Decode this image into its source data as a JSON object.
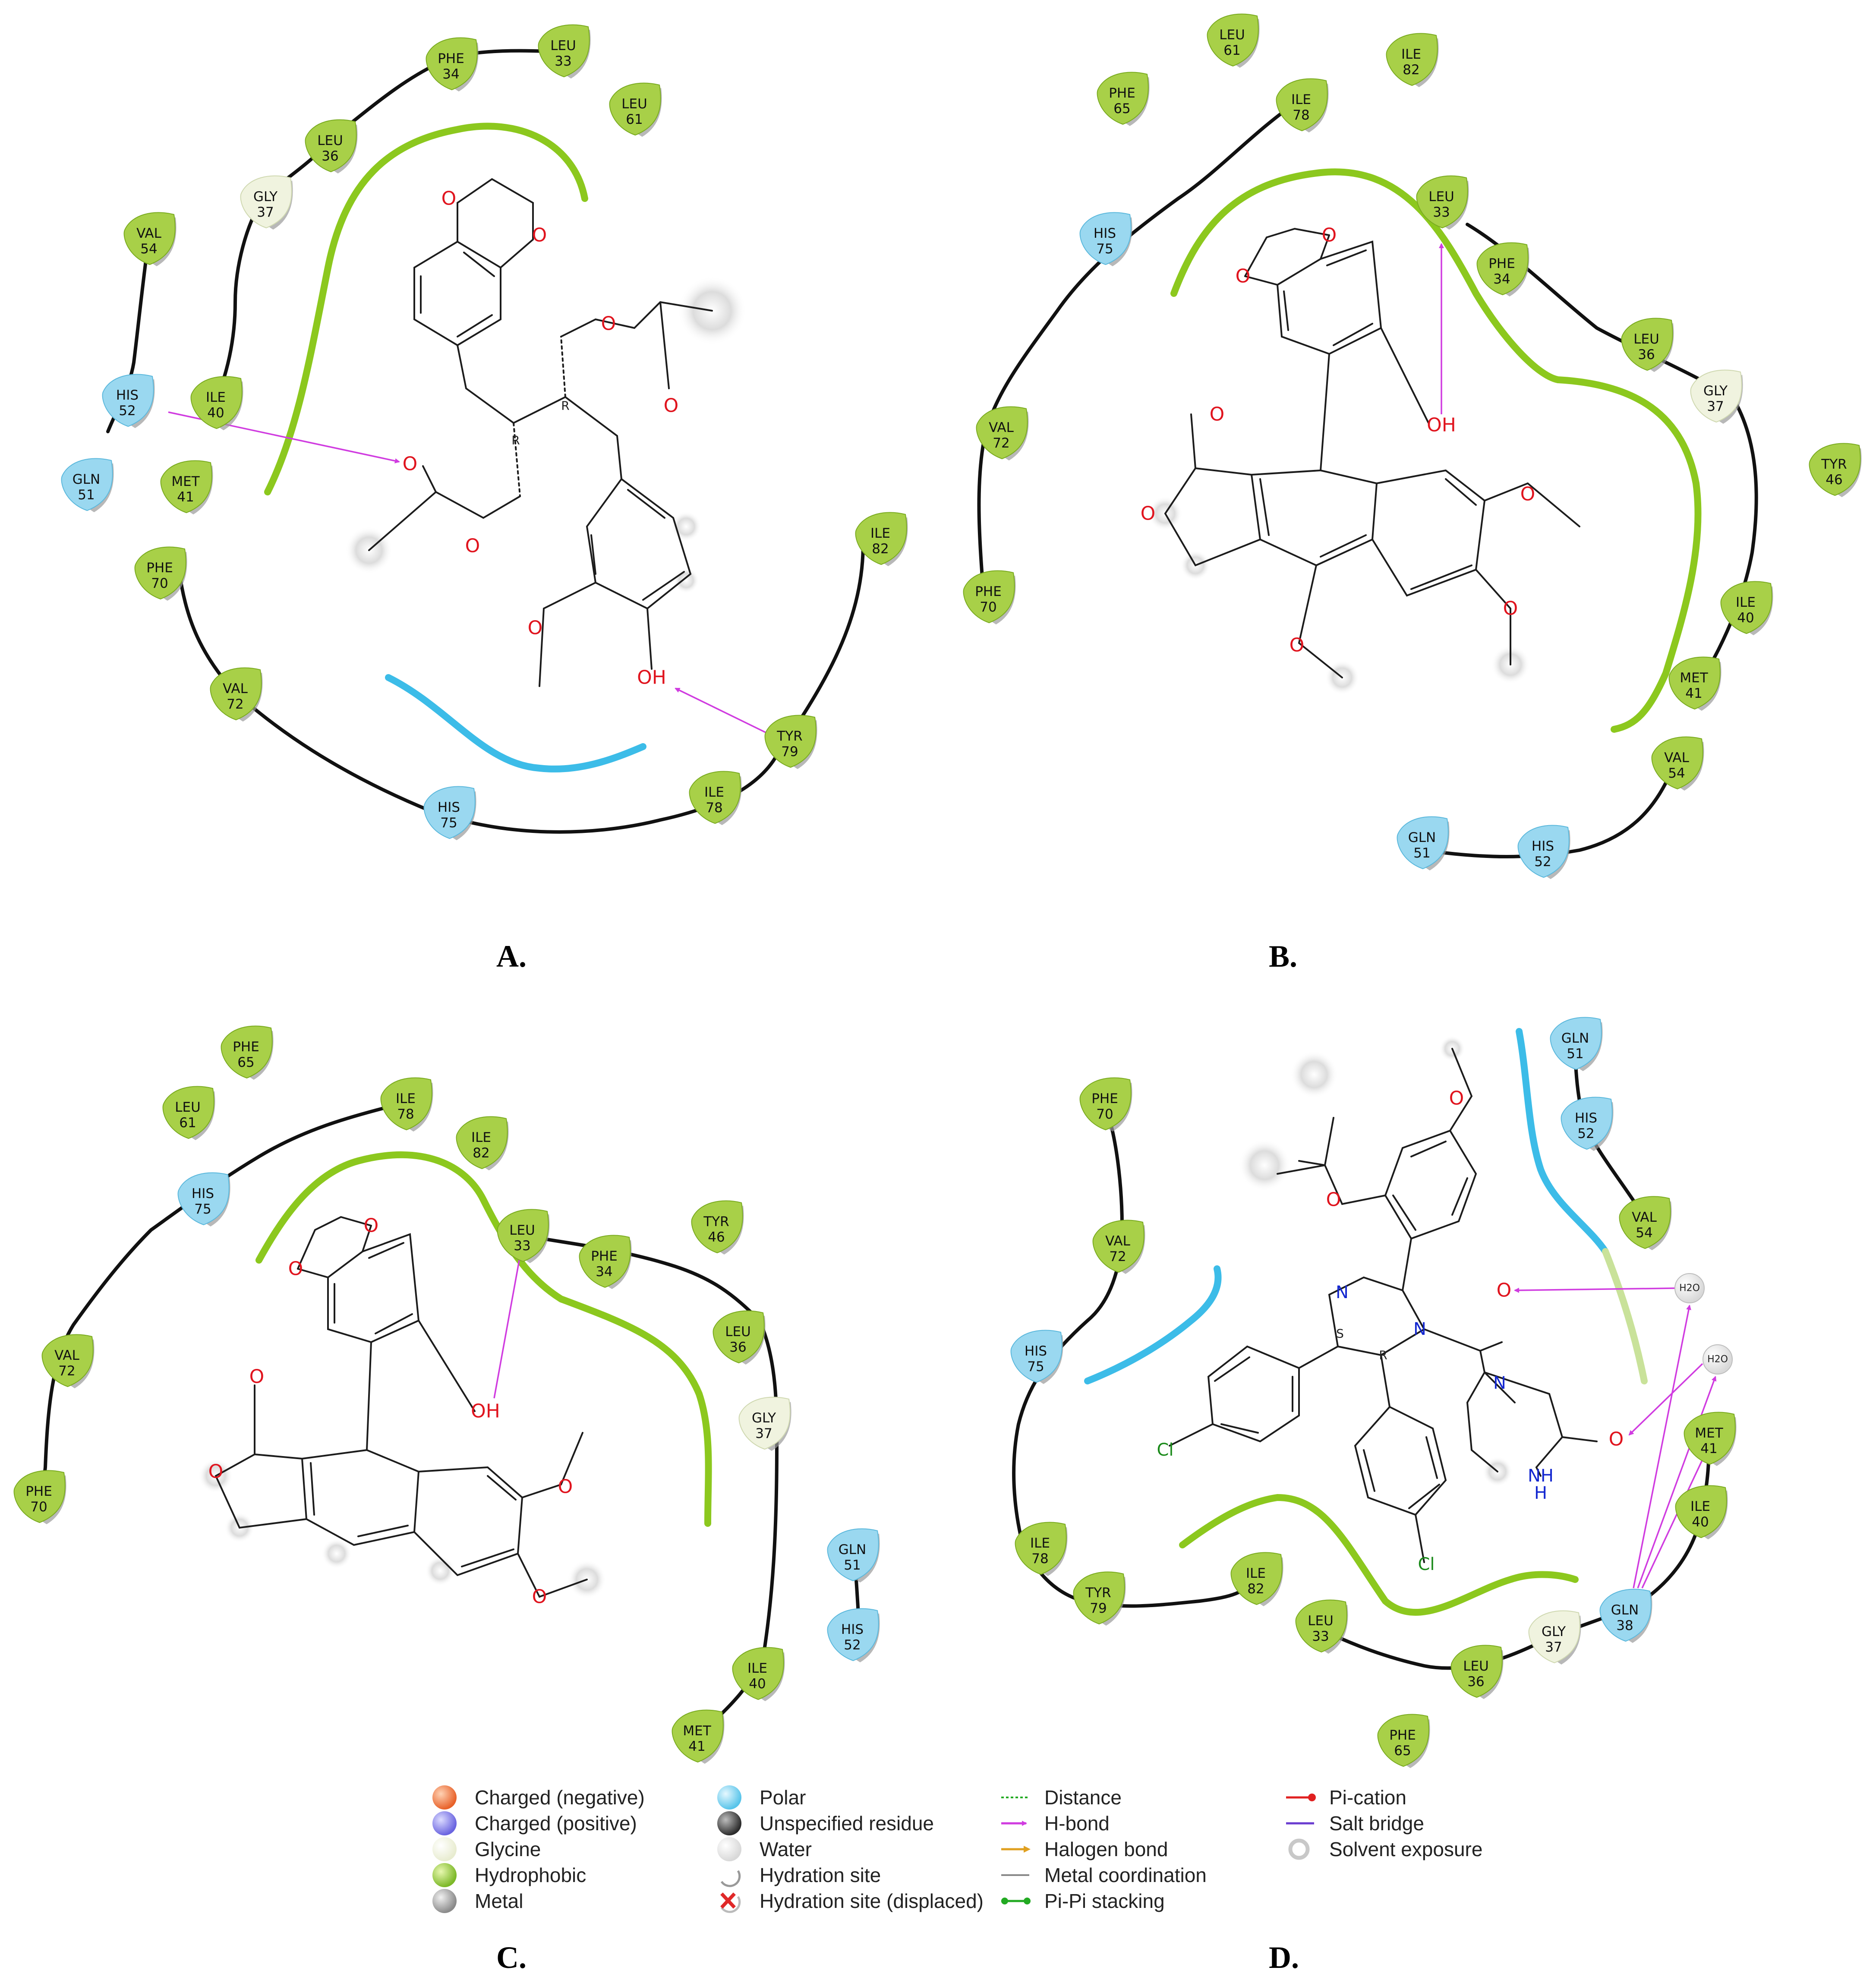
{
  "colors": {
    "hydrophobic": "#9ccc3c",
    "polar": "#8ed8f2",
    "glycine": "#eef2dc",
    "hbond": "#d03ce0",
    "oxygen": "#e0141e",
    "nitrogen": "#1428d0",
    "chlorine": "#1a8a1a"
  },
  "panels": [
    {
      "label": "A.",
      "residues": [
        {
          "name": "PHE",
          "num": "34",
          "type": "hydrophobic"
        },
        {
          "name": "LEU",
          "num": "33",
          "type": "hydrophobic"
        },
        {
          "name": "LEU",
          "num": "61",
          "type": "hydrophobic"
        },
        {
          "name": "LEU",
          "num": "36",
          "type": "hydrophobic"
        },
        {
          "name": "GLY",
          "num": "37",
          "type": "glycine"
        },
        {
          "name": "VAL",
          "num": "54",
          "type": "hydrophobic"
        },
        {
          "name": "HIS",
          "num": "52",
          "type": "polar"
        },
        {
          "name": "ILE",
          "num": "40",
          "type": "hydrophobic"
        },
        {
          "name": "GLN",
          "num": "51",
          "type": "polar"
        },
        {
          "name": "MET",
          "num": "41",
          "type": "hydrophobic"
        },
        {
          "name": "PHE",
          "num": "70",
          "type": "hydrophobic"
        },
        {
          "name": "VAL",
          "num": "72",
          "type": "hydrophobic"
        },
        {
          "name": "HIS",
          "num": "75",
          "type": "polar"
        },
        {
          "name": "ILE",
          "num": "78",
          "type": "hydrophobic"
        },
        {
          "name": "TYR",
          "num": "79",
          "type": "hydrophobic"
        },
        {
          "name": "ILE",
          "num": "82",
          "type": "hydrophobic"
        }
      ],
      "stereo": [
        "R",
        "R"
      ]
    },
    {
      "label": "B.",
      "residues": [
        {
          "name": "LEU",
          "num": "61",
          "type": "hydrophobic"
        },
        {
          "name": "ILE",
          "num": "82",
          "type": "hydrophobic"
        },
        {
          "name": "PHE",
          "num": "65",
          "type": "hydrophobic"
        },
        {
          "name": "ILE",
          "num": "78",
          "type": "hydrophobic"
        },
        {
          "name": "HIS",
          "num": "75",
          "type": "polar"
        },
        {
          "name": "LEU",
          "num": "33",
          "type": "hydrophobic"
        },
        {
          "name": "PHE",
          "num": "34",
          "type": "hydrophobic"
        },
        {
          "name": "LEU",
          "num": "36",
          "type": "hydrophobic"
        },
        {
          "name": "GLY",
          "num": "37",
          "type": "glycine"
        },
        {
          "name": "TYR",
          "num": "46",
          "type": "hydrophobic"
        },
        {
          "name": "VAL",
          "num": "72",
          "type": "hydrophobic"
        },
        {
          "name": "PHE",
          "num": "70",
          "type": "hydrophobic"
        },
        {
          "name": "ILE",
          "num": "40",
          "type": "hydrophobic"
        },
        {
          "name": "MET",
          "num": "41",
          "type": "hydrophobic"
        },
        {
          "name": "VAL",
          "num": "54",
          "type": "hydrophobic"
        },
        {
          "name": "GLN",
          "num": "51",
          "type": "polar"
        },
        {
          "name": "HIS",
          "num": "52",
          "type": "polar"
        }
      ]
    },
    {
      "label": "C.",
      "residues": [
        {
          "name": "PHE",
          "num": "65",
          "type": "hydrophobic"
        },
        {
          "name": "LEU",
          "num": "61",
          "type": "hydrophobic"
        },
        {
          "name": "ILE",
          "num": "78",
          "type": "hydrophobic"
        },
        {
          "name": "ILE",
          "num": "82",
          "type": "hydrophobic"
        },
        {
          "name": "HIS",
          "num": "75",
          "type": "polar"
        },
        {
          "name": "LEU",
          "num": "33",
          "type": "hydrophobic"
        },
        {
          "name": "PHE",
          "num": "34",
          "type": "hydrophobic"
        },
        {
          "name": "TYR",
          "num": "46",
          "type": "hydrophobic"
        },
        {
          "name": "LEU",
          "num": "36",
          "type": "hydrophobic"
        },
        {
          "name": "GLY",
          "num": "37",
          "type": "glycine"
        },
        {
          "name": "VAL",
          "num": "72",
          "type": "hydrophobic"
        },
        {
          "name": "PHE",
          "num": "70",
          "type": "hydrophobic"
        },
        {
          "name": "GLN",
          "num": "51",
          "type": "polar"
        },
        {
          "name": "HIS",
          "num": "52",
          "type": "polar"
        },
        {
          "name": "ILE",
          "num": "40",
          "type": "hydrophobic"
        },
        {
          "name": "MET",
          "num": "41",
          "type": "hydrophobic"
        }
      ]
    },
    {
      "label": "D.",
      "residues": [
        {
          "name": "GLN",
          "num": "51",
          "type": "polar"
        },
        {
          "name": "HIS",
          "num": "52",
          "type": "polar"
        },
        {
          "name": "VAL",
          "num": "54",
          "type": "hydrophobic"
        },
        {
          "name": "PHE",
          "num": "70",
          "type": "hydrophobic"
        },
        {
          "name": "VAL",
          "num": "72",
          "type": "hydrophobic"
        },
        {
          "name": "HIS",
          "num": "75",
          "type": "polar"
        },
        {
          "name": "MET",
          "num": "41",
          "type": "hydrophobic"
        },
        {
          "name": "ILE",
          "num": "40",
          "type": "hydrophobic"
        },
        {
          "name": "ILE",
          "num": "78",
          "type": "hydrophobic"
        },
        {
          "name": "TYR",
          "num": "79",
          "type": "hydrophobic"
        },
        {
          "name": "ILE",
          "num": "82",
          "type": "hydrophobic"
        },
        {
          "name": "LEU",
          "num": "33",
          "type": "hydrophobic"
        },
        {
          "name": "LEU",
          "num": "36",
          "type": "hydrophobic"
        },
        {
          "name": "GLY",
          "num": "37",
          "type": "glycine"
        },
        {
          "name": "GLN",
          "num": "38",
          "type": "polar"
        },
        {
          "name": "PHE",
          "num": "65",
          "type": "hydrophobic"
        }
      ],
      "stereo": [
        "S",
        "R"
      ],
      "water": "H2O"
    }
  ],
  "atoms": {
    "oxygen": "O",
    "hydroxyl": "OH",
    "nitrogen": "N",
    "amine": "NH",
    "hydrogen": "H",
    "chlorine": "Cl"
  },
  "legend": {
    "col1": [
      "Charged (negative)",
      "Charged (positive)",
      "Glycine",
      "Hydrophobic",
      "Metal"
    ],
    "col2": [
      "Polar",
      "Unspecified residue",
      "Water",
      "Hydration site",
      "Hydration site (displaced)"
    ],
    "col3": [
      "Distance",
      "H-bond",
      "Halogen bond",
      "Metal coordination",
      "Pi-Pi stacking"
    ],
    "col4": [
      "Pi-cation",
      "Salt bridge",
      "Solvent exposure"
    ]
  }
}
